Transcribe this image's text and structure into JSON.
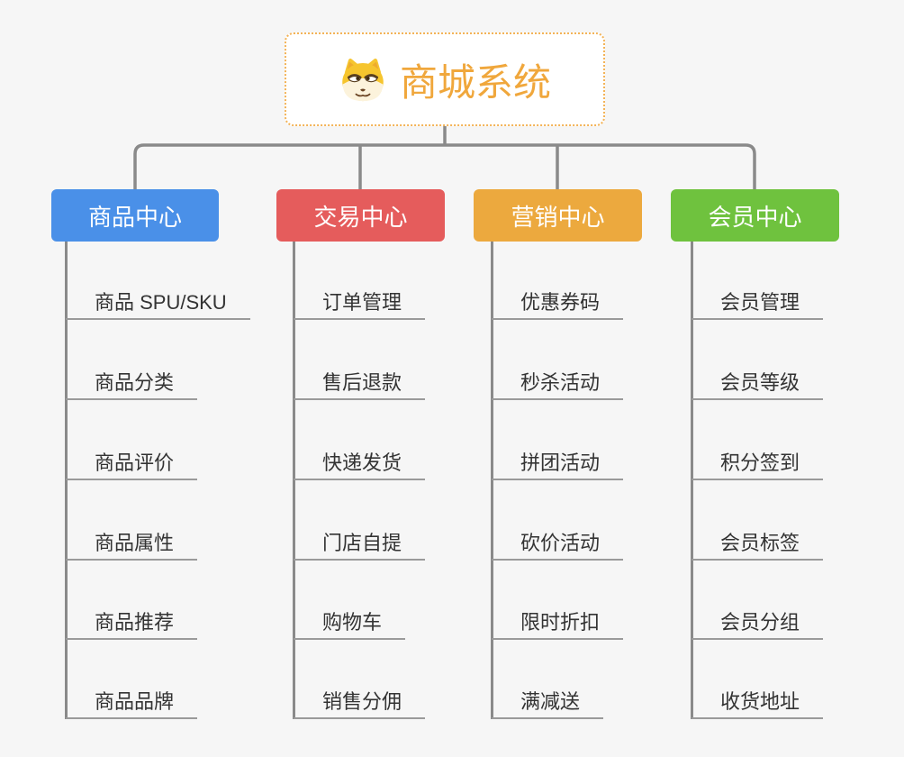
{
  "root": {
    "title": "商城系统",
    "icon": "dog-face-icon",
    "title_color": "#f0a73c",
    "border_color": "#f3b357"
  },
  "connector_color": "#8a8a8a",
  "underline_color": "#9a9a9a",
  "child_text_color": "#333333",
  "branches": [
    {
      "label": "商品中心",
      "color": "#4a90e8",
      "children": [
        "商品 SPU/SKU",
        "商品分类",
        "商品评价",
        "商品属性",
        "商品推荐",
        "商品品牌"
      ]
    },
    {
      "label": "交易中心",
      "color": "#e55c5c",
      "children": [
        "订单管理",
        "售后退款",
        "快递发货",
        "门店自提",
        "购物车",
        "销售分佣"
      ]
    },
    {
      "label": "营销中心",
      "color": "#eca93e",
      "children": [
        "优惠券码",
        "秒杀活动",
        "拼团活动",
        "砍价活动",
        "限时折扣",
        "满减送"
      ]
    },
    {
      "label": "会员中心",
      "color": "#6fc23e",
      "children": [
        "会员管理",
        "会员等级",
        "积分签到",
        "会员标签",
        "会员分组",
        "收货地址"
      ]
    }
  ]
}
